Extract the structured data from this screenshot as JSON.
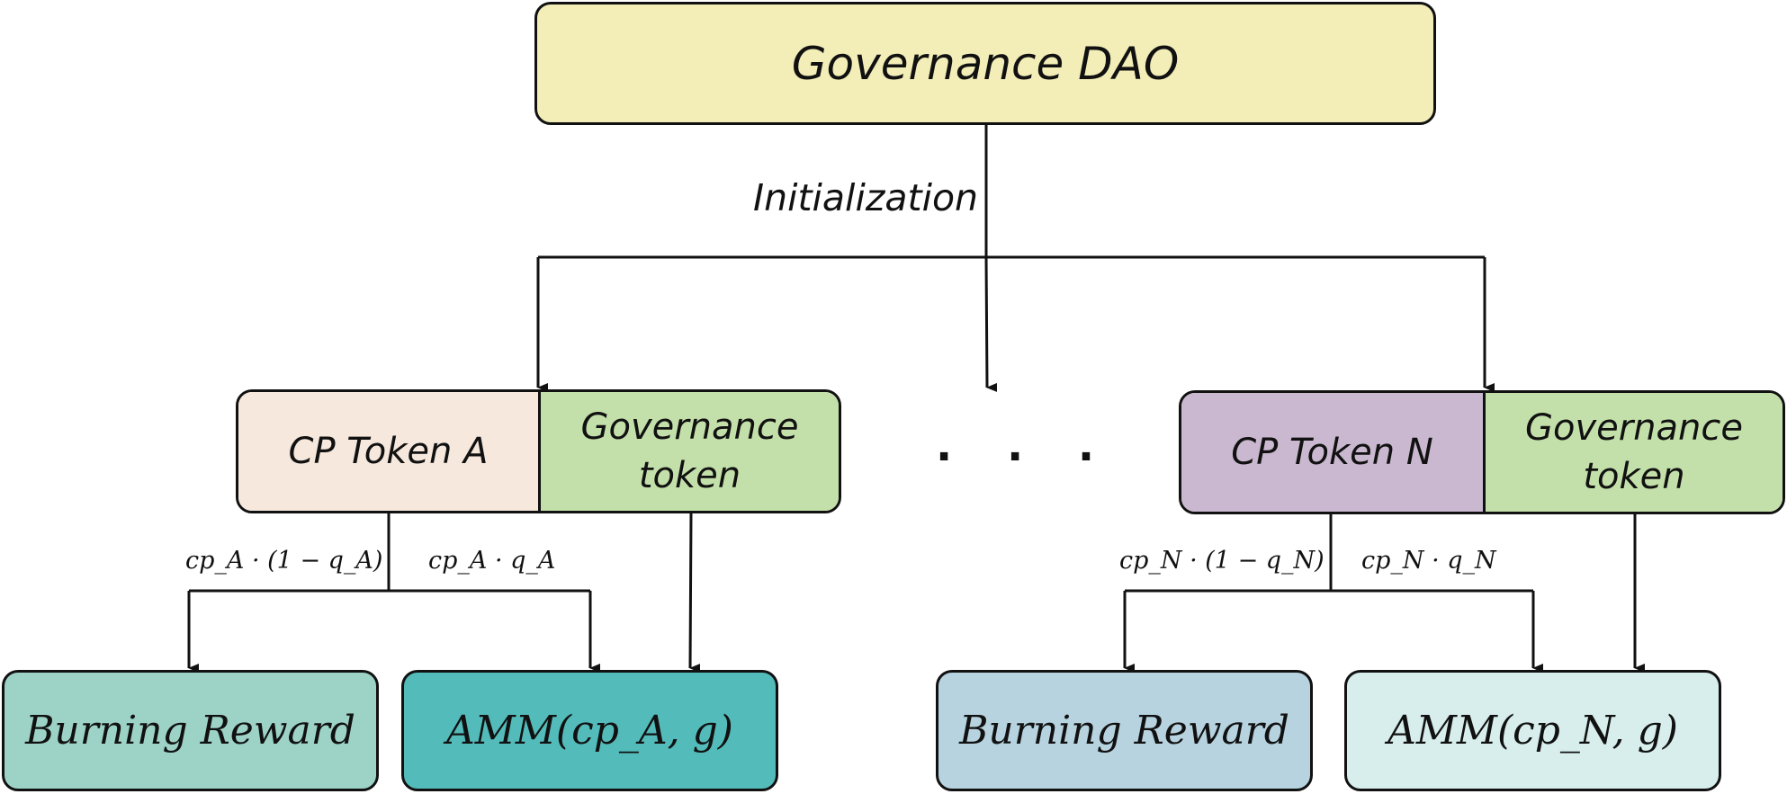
{
  "top": {
    "title": "Governance DAO",
    "color": "#f3eeb8"
  },
  "init_label": "Initialization",
  "ellipsis": "· · ·",
  "left_group": {
    "cp_token": "CP Token A",
    "cp_color": "#f6e8dc",
    "gov_token": "Governance token",
    "gov_color": "#c4e0aa",
    "formula_burn": "cp_A · (1 − q_A)",
    "formula_amm": "cp_A · q_A",
    "burn_label": "Burning Reward",
    "burn_color": "#9dd3c7",
    "amm_label": "AMM(cp_A, g)",
    "amm_color": "#54bbbb"
  },
  "right_group": {
    "cp_token": "CP Token N",
    "cp_color": "#c9b8cf",
    "gov_token": "Governance token",
    "gov_color": "#c4e0aa",
    "formula_burn": "cp_N · (1 − q_N)",
    "formula_amm": "cp_N · q_N",
    "burn_label": "Burning Reward",
    "burn_color": "#b6d3df",
    "amm_label": "AMM(cp_N, g)",
    "amm_color": "#d7eeec"
  }
}
